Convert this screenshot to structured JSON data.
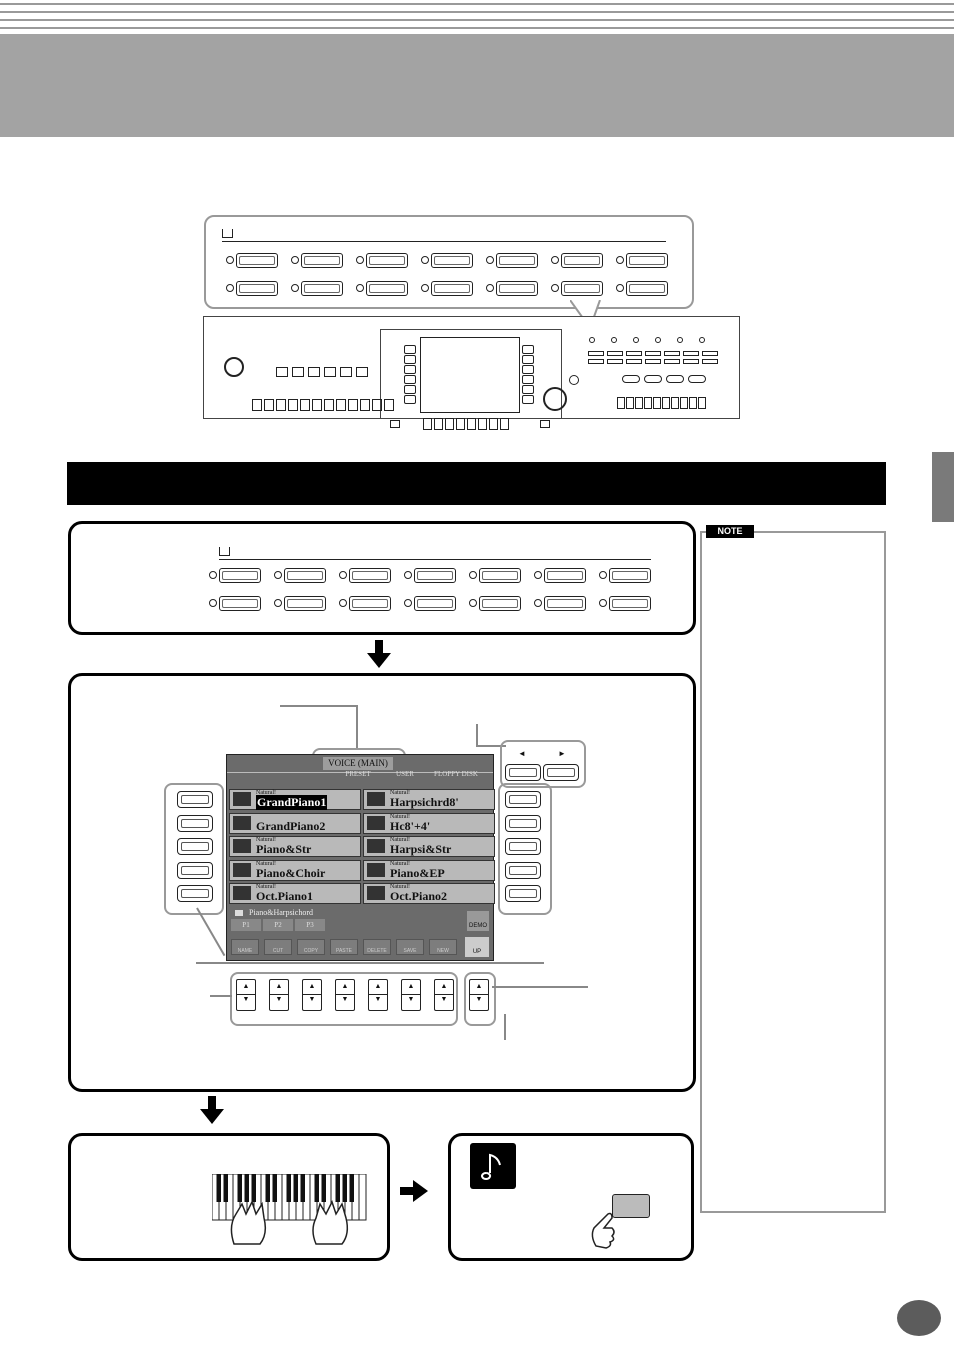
{
  "lcd": {
    "title": "VOICE (MAIN)",
    "tabs": [
      "PRESET",
      "USER",
      "FLOPPY DISK"
    ],
    "voices_left": [
      {
        "category": "Natural!",
        "name": "GrandPiano1",
        "selected": true
      },
      {
        "category": "",
        "name": "GrandPiano2",
        "selected": false
      },
      {
        "category": "Natural!",
        "name": "Piano&Str",
        "selected": false
      },
      {
        "category": "Natural!",
        "name": "Piano&Choir",
        "selected": false
      },
      {
        "category": "Natural!",
        "name": "Oct.Piano1",
        "selected": false
      }
    ],
    "voices_right": [
      {
        "category": "Natural!",
        "name": "Harpsichrd8'",
        "selected": false
      },
      {
        "category": "Natural!",
        "name": "Hc8'+4'",
        "selected": false
      },
      {
        "category": "Natural!",
        "name": "Harpsi&Str",
        "selected": false
      },
      {
        "category": "Natural!",
        "name": "Piano&EP",
        "selected": false
      },
      {
        "category": "Natural!",
        "name": "Oct.Piano2",
        "selected": false
      }
    ],
    "folder": "Piano&Harpsichord",
    "pages": [
      "P1",
      "P2",
      "P3"
    ],
    "demo_label": "DEMO",
    "up_label": "UP",
    "bottom_buttons": [
      "NAME",
      "CUT",
      "COPY",
      "PASTE",
      "DELETE",
      "SAVE",
      "NEW"
    ]
  },
  "tab_arrows": {
    "left": "◄",
    "right": "►"
  },
  "updown": {
    "up": "▲",
    "down": "▼"
  },
  "note_label": "NOTE",
  "icons": {
    "note": "note-icon",
    "piano": "piano-icon",
    "hand": "hand-icon"
  }
}
